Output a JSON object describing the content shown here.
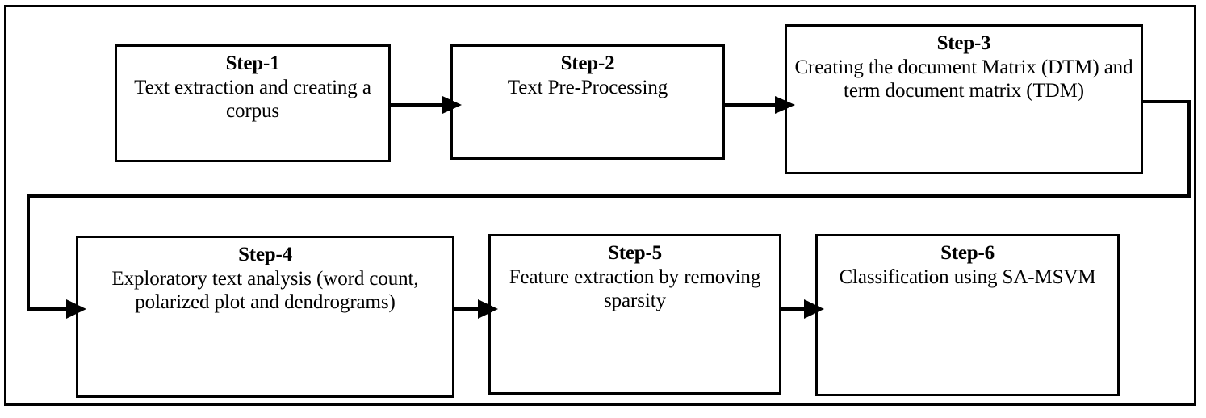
{
  "diagram": {
    "type": "flowchart",
    "orientation": "two-row-serpentine",
    "frame_label": "methodology-flowchart-frame",
    "steps": [
      {
        "id": "step-1",
        "title": "Step-1",
        "description": "Text extraction and creating a corpus",
        "row": 1,
        "column": 1
      },
      {
        "id": "step-2",
        "title": "Step-2",
        "description": "Text Pre-Processing",
        "row": 1,
        "column": 2
      },
      {
        "id": "step-3",
        "title": "Step-3",
        "description": "Creating the document Matrix (DTM) and term document matrix (TDM)",
        "row": 1,
        "column": 3
      },
      {
        "id": "step-4",
        "title": "Step-4",
        "description": "Exploratory text analysis (word count, polarized plot and dendrograms)",
        "row": 2,
        "column": 1
      },
      {
        "id": "step-5",
        "title": "Step-5",
        "description": "Feature extraction by removing sparsity",
        "row": 2,
        "column": 2
      },
      {
        "id": "step-6",
        "title": "Step-6",
        "description": "Classification using SA-MSVM",
        "row": 2,
        "column": 3
      }
    ],
    "connectors": [
      {
        "id": "connector-1-to-2",
        "from": "step-1",
        "to": "step-2",
        "shape": "straight-horizontal",
        "arrow": "arrow-right"
      },
      {
        "id": "connector-2-to-3",
        "from": "step-2",
        "to": "step-3",
        "shape": "straight-horizontal",
        "arrow": "arrow-right"
      },
      {
        "id": "connector-3-to-4",
        "from": "step-3",
        "to": "step-4",
        "shape": "elbow-wrap-around",
        "arrow": "arrow-right"
      },
      {
        "id": "connector-4-to-5",
        "from": "step-4",
        "to": "step-5",
        "shape": "straight-horizontal",
        "arrow": "arrow-right"
      },
      {
        "id": "connector-5-to-6",
        "from": "step-5",
        "to": "step-6",
        "shape": "straight-horizontal",
        "arrow": "arrow-right"
      }
    ],
    "colors": {
      "stroke": "#000000",
      "box_fill": "#ffffff",
      "background": "#ffffff",
      "text": "#000000"
    }
  }
}
